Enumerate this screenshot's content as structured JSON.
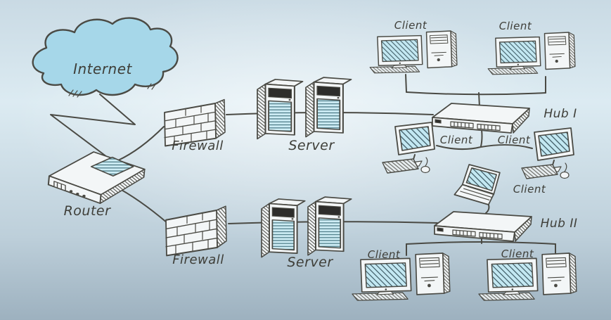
{
  "colors": {
    "ink": "#4a4a44",
    "text": "#3e3e38",
    "cloud_fill": "#a6d7e9",
    "screen_fill": "#c3e8f2",
    "stripe_fill": "#cfeef6",
    "panel_dark": "#2d2d2b",
    "face_fill": "#f3f6f7",
    "bg_top": "#c9dae4",
    "bg_mid": "#dcebf2",
    "bg_low": "#bdcfda",
    "bg_bottom": "#9db1bf"
  },
  "nodes": {
    "internet": {
      "label": "Internet"
    },
    "router": {
      "label": "Router"
    },
    "firewall_top": {
      "label": "Firewall"
    },
    "firewall_bottom": {
      "label": "Firewall"
    },
    "server_top": {
      "label": "Server"
    },
    "server_bottom": {
      "label": "Server"
    },
    "hub_1": {
      "label": "Hub I"
    },
    "hub_2": {
      "label": "Hub II"
    },
    "client_top_left": {
      "label": "Client"
    },
    "client_top_right": {
      "label": "Client"
    },
    "client_mid_left": {
      "label": "Client"
    },
    "client_mid_right": {
      "label": "Client"
    },
    "client_laptop": {
      "label": "Client"
    },
    "client_bottom_left": {
      "label": "Client"
    },
    "client_bottom_right": {
      "label": "Client"
    }
  }
}
